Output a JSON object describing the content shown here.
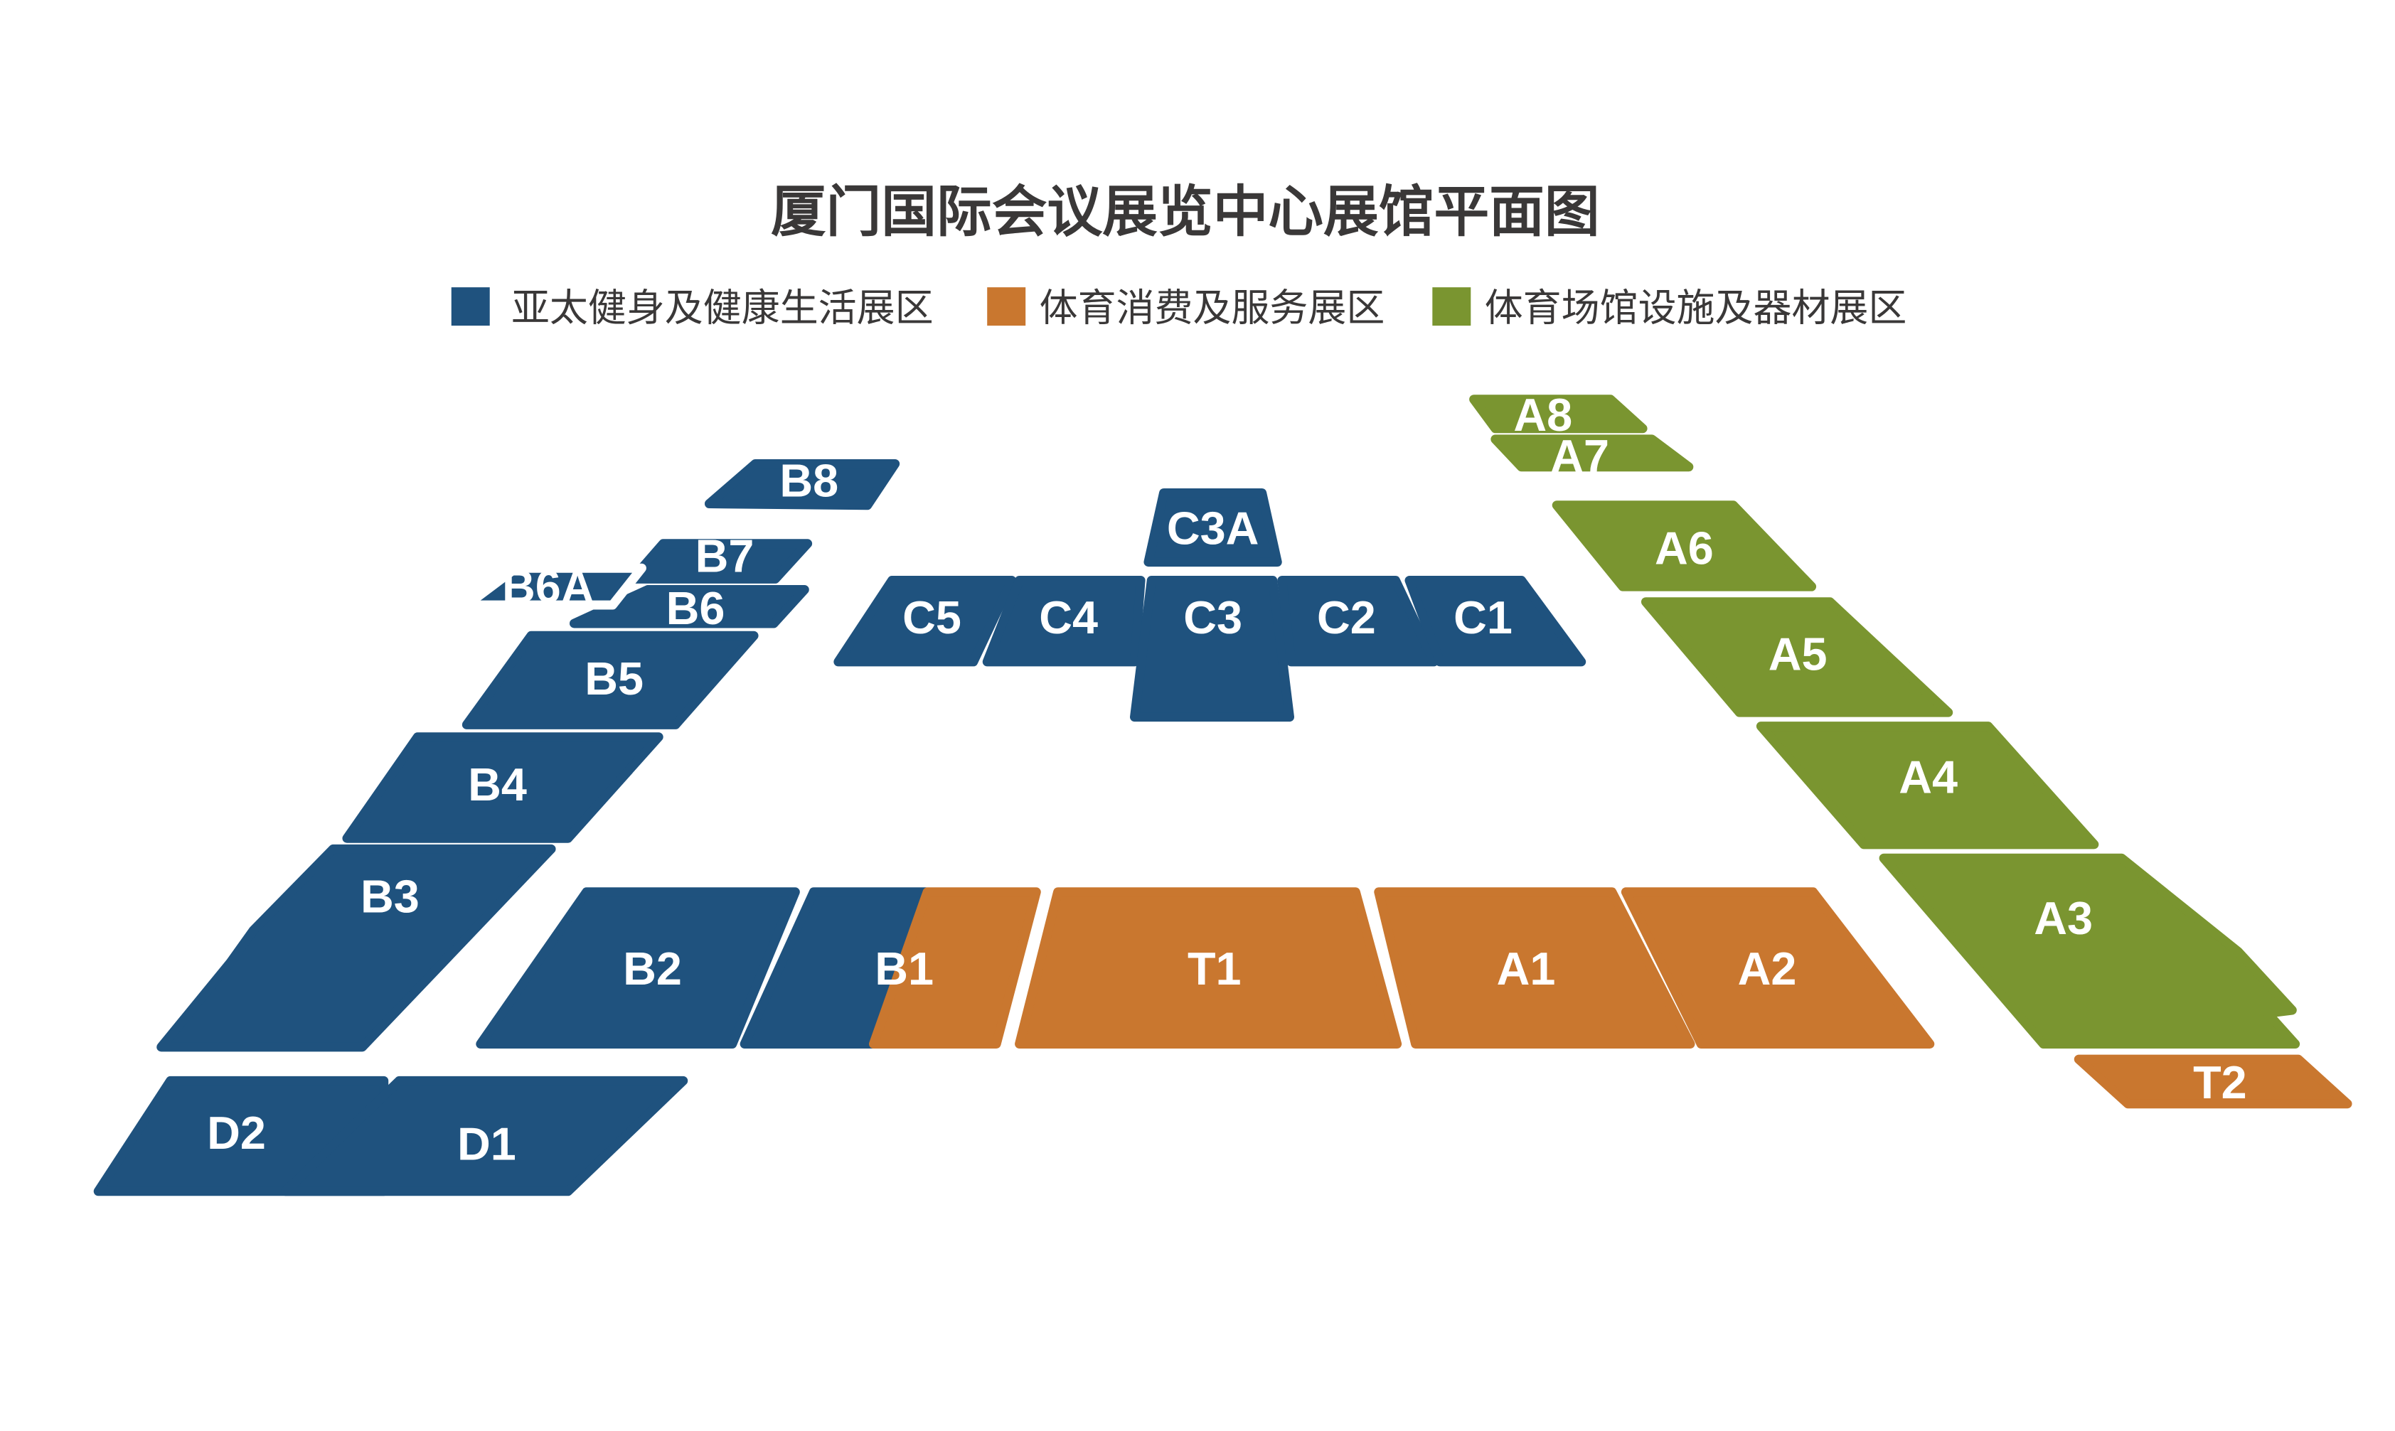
{
  "title": "厦门国际会议展览中心展馆平面图",
  "colors": {
    "blue": "#1f527e",
    "orange": "#c9772f",
    "green": "#7a9530"
  },
  "legend": [
    {
      "label": "亚太健身及健康生活展区",
      "color": "#1f527e"
    },
    {
      "label": "体育消费及服务展区",
      "color": "#c9772f"
    },
    {
      "label": "体育场馆设施及器材展区",
      "color": "#7a9530"
    }
  ],
  "halls": {
    "B8": "B8",
    "B7": "B7",
    "B6A": "B6A",
    "B6": "B6",
    "B5": "B5",
    "B4": "B4",
    "B3": "B3",
    "B2": "B2",
    "B1": "B1",
    "T1": "T1",
    "A1": "A1",
    "A2": "A2",
    "A3": "A3",
    "A4": "A4",
    "A5": "A5",
    "A6": "A6",
    "A7": "A7",
    "A8": "A8",
    "T2": "T2",
    "C1": "C1",
    "C2": "C2",
    "C3": "C3",
    "C3A": "C3A",
    "C4": "C4",
    "C5": "C5",
    "D1": "D1",
    "D2": "D2"
  }
}
